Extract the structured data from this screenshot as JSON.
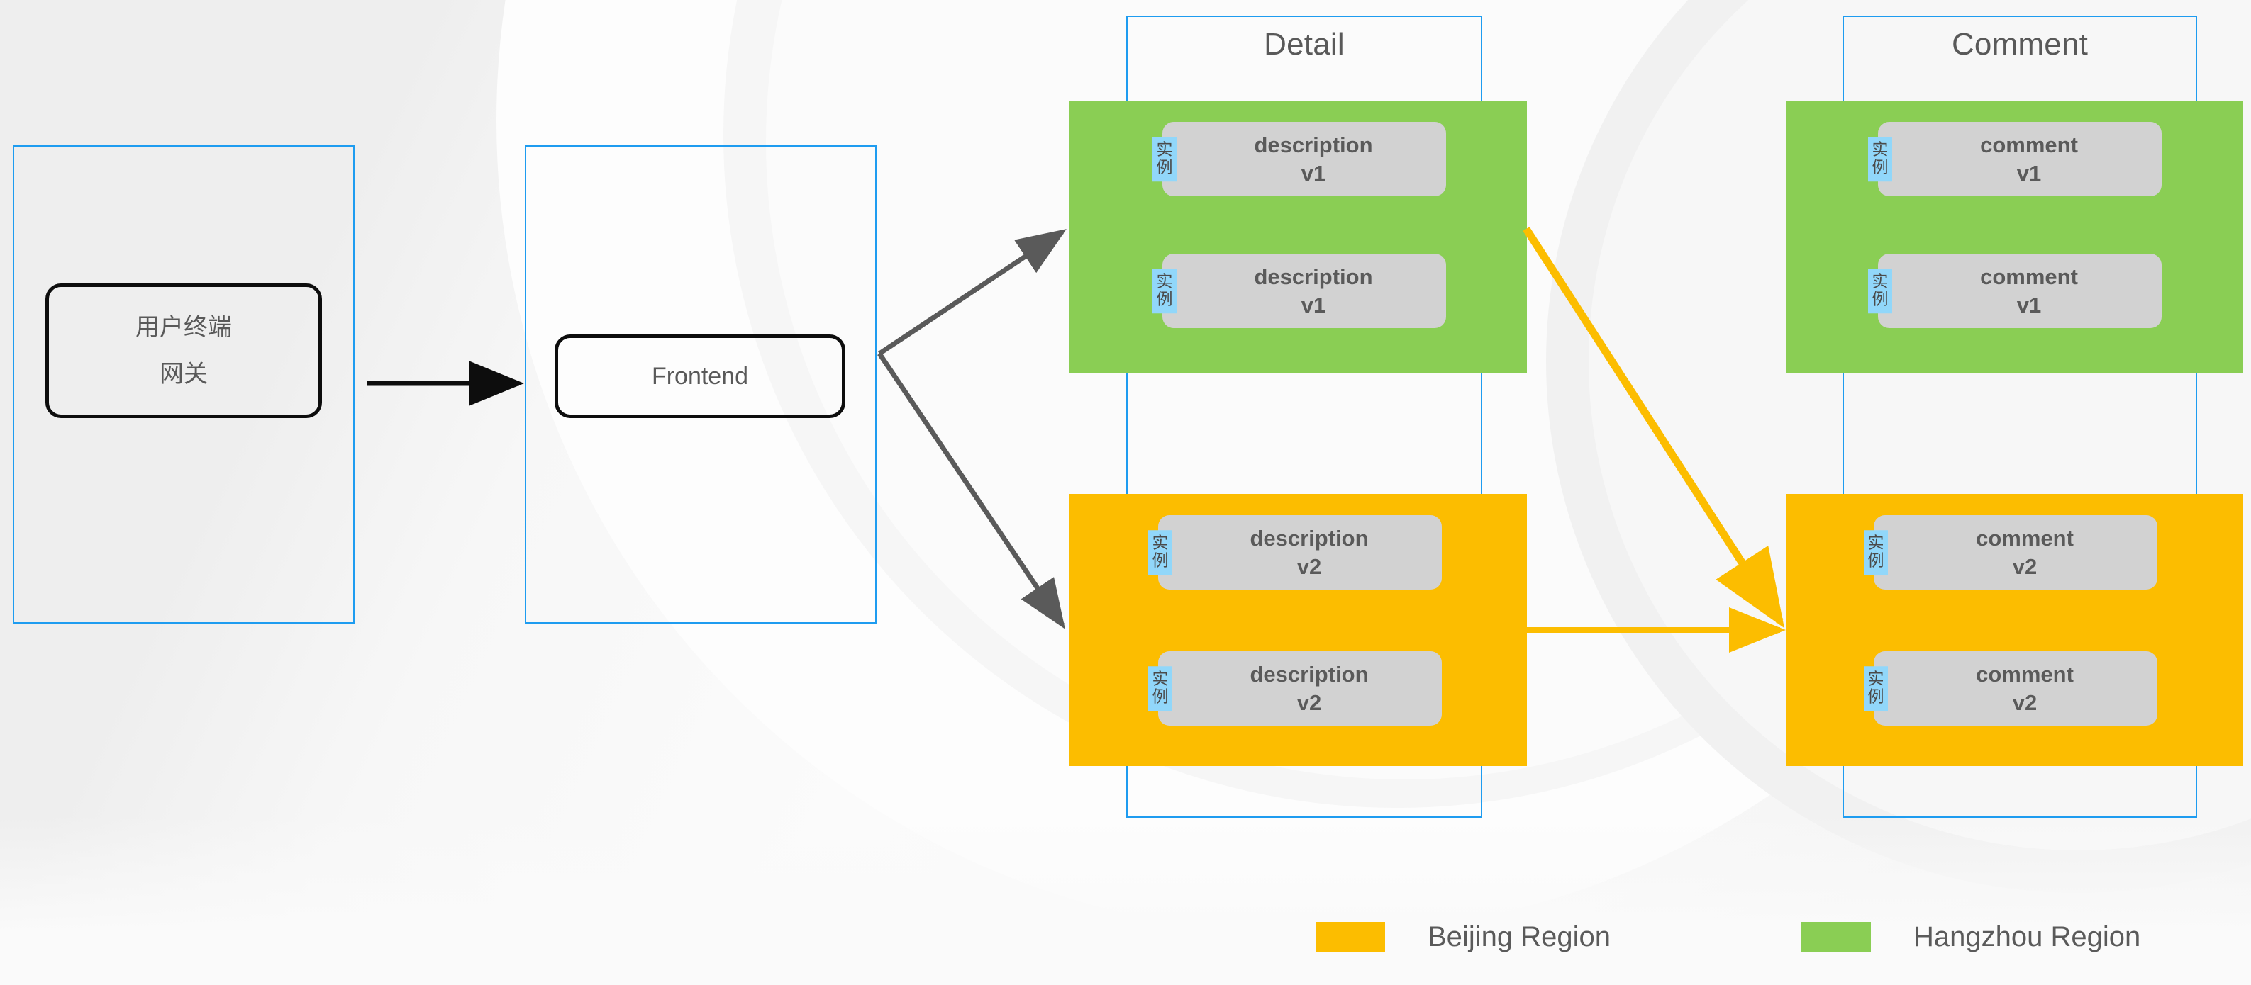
{
  "colors": {
    "group_border": "#1e9cf0",
    "region_green": "#8ace54",
    "region_orange": "#fcbd00",
    "card_gray": "#d2d2d2",
    "badge_blue": "#91d7fa",
    "node_border": "#0d0d0d",
    "text_gray": "#5a5a5a",
    "arrow_black": "#0d0d0d",
    "arrow_gray": "#5a5a5a",
    "arrow_orange": "#fcbd00"
  },
  "groups": {
    "client": {
      "title": ""
    },
    "frontend": {
      "title": ""
    },
    "detail": {
      "title": "Detail"
    },
    "comment": {
      "title": "Comment"
    }
  },
  "nodes": {
    "gateway": {
      "line1": "用户终端",
      "line2": "网关"
    },
    "frontend": {
      "label": "Frontend"
    }
  },
  "badge": {
    "char1": "实",
    "char2": "例"
  },
  "instances": {
    "detail_v1_a": "description\nv1",
    "detail_v1_b": "description\nv1",
    "detail_v2_a": "description\nv2",
    "detail_v2_b": "description\nv2",
    "comment_v1_a": "comment\nv1",
    "comment_v1_b": "comment\nv1",
    "comment_v2_a": "comment\nv2",
    "comment_v2_b": "comment\nv2"
  },
  "legend": {
    "beijing": "Beijing Region",
    "hangzhou": "Hangzhou Region"
  }
}
